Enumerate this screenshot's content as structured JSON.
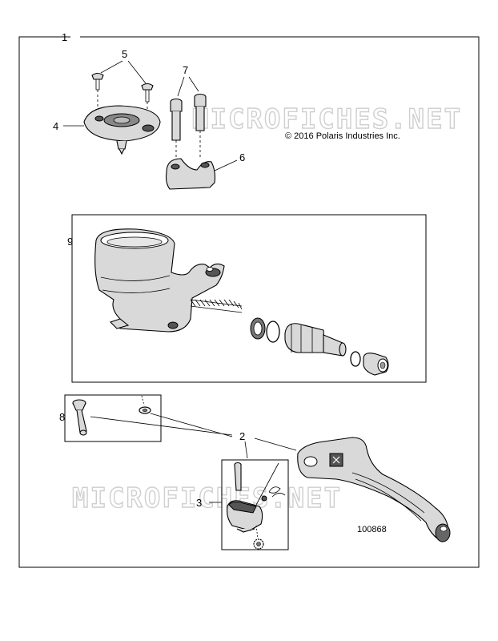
{
  "watermark": "MICROFICHES.NET",
  "copyright": "© 2016 Polaris Industries Inc.",
  "diagram_number": "100868",
  "callouts": {
    "c1": "1",
    "c2": "2",
    "c3": "3",
    "c4": "4",
    "c5": "5",
    "c6": "6",
    "c7": "7",
    "c8": "8",
    "c9": "9"
  }
}
